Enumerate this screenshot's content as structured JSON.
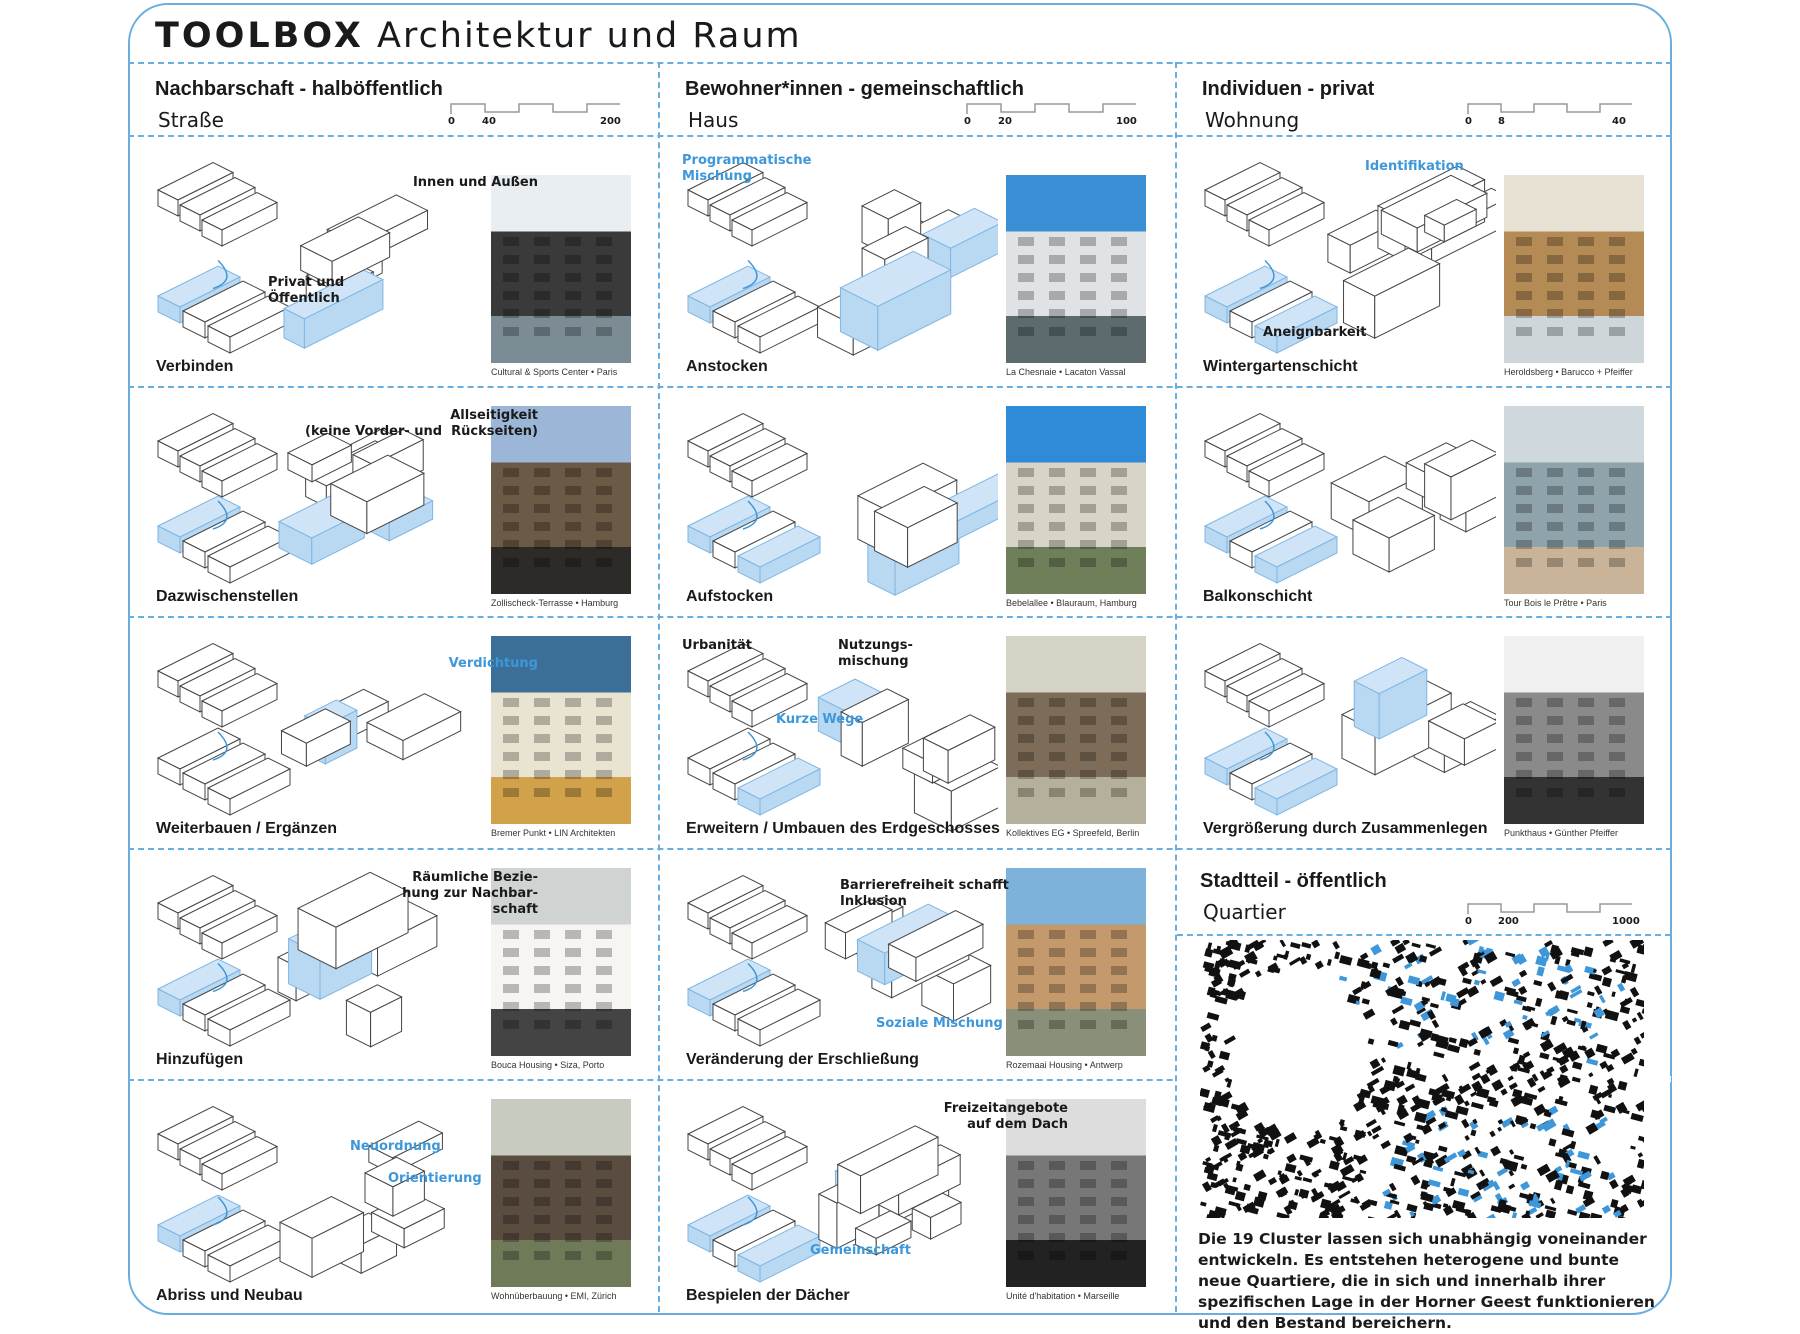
{
  "title": {
    "bold": "TOOLBOX",
    "light": "Architektur und Raum"
  },
  "columns": [
    {
      "heading": "Nachbarschaft - halböffentlich",
      "scale_label": "Straße",
      "scale_ticks": [
        "0",
        "40",
        "200"
      ]
    },
    {
      "heading": "Bewohner*innen - gemeinschaftlich",
      "scale_label": "Haus",
      "scale_ticks": [
        "0",
        "20",
        "100"
      ]
    },
    {
      "heading": "Individuen - privat",
      "scale_label": "Wohnung",
      "scale_ticks": [
        "0",
        "8",
        "40"
      ]
    }
  ],
  "cells": [
    {
      "label": "Verbinden",
      "caption": "Cultural & Sports Center • Paris",
      "annotations": [
        {
          "text": "Innen und Außen",
          "color": "black"
        },
        {
          "text": "Privat und\nÖffentlich",
          "color": "black"
        }
      ]
    },
    {
      "label": "Anstocken",
      "caption": "La Chesnaie • Lacaton Vassal",
      "annotations": [
        {
          "text": "Programmatische\nMischung",
          "color": "blue"
        }
      ]
    },
    {
      "label": "Wintergartenschicht",
      "caption": "Heroldsberg • Barucco + Pfeiffer",
      "annotations": [
        {
          "text": "Identifikation",
          "color": "blue"
        },
        {
          "text": "Aneignbarkeit",
          "color": "black"
        }
      ]
    },
    {
      "label": "Dazwischenstellen",
      "caption": "Zollischeck-Terrasse • Hamburg",
      "annotations": [
        {
          "text": "Allseitigkeit\n(keine Vorder- und  Rückseiten)",
          "color": "black"
        }
      ]
    },
    {
      "label": "Aufstocken",
      "caption": "Bebelallee • Blauraum, Hamburg",
      "annotations": []
    },
    {
      "label": "Balkonschicht",
      "caption": "Tour Bois le Prêtre • Paris",
      "annotations": []
    },
    {
      "label": "Weiterbauen / Ergänzen",
      "caption": "Bremer Punkt • LIN Architekten",
      "annotations": [
        {
          "text": "Verdichtung",
          "color": "blue"
        }
      ]
    },
    {
      "label": "Erweitern / Umbauen des Erdgeschosses",
      "caption": "Kollektives EG • Spreefeld, Berlin",
      "annotations": [
        {
          "text": "Urbanität",
          "color": "black"
        },
        {
          "text": "Nutzungs-\nmischung",
          "color": "black"
        },
        {
          "text": "Kurze Wege",
          "color": "blue"
        }
      ]
    },
    {
      "label": "Vergrößerung durch Zusammenlegen",
      "caption": "Punkthaus • Günther Pfeiffer",
      "annotations": []
    },
    {
      "label": "Hinzufügen",
      "caption": "Bouca Housing • Siza, Porto",
      "annotations": [
        {
          "text": "Räumliche Bezie-\nhung zur Nachbar-\nschaft",
          "color": "black"
        }
      ]
    },
    {
      "label": "Veränderung der Erschließung",
      "caption": "Rozemaai Housing • Antwerp",
      "annotations": [
        {
          "text": "Barrierefreiheit schafft\nInklusion",
          "color": "black"
        },
        {
          "text": "Soziale Mischung",
          "color": "blue"
        }
      ]
    },
    {
      "label": "Abriss und Neubau",
      "caption": "Wohnüberbauung • EMI, Zürich",
      "annotations": [
        {
          "text": "Neuordnung",
          "color": "blue"
        },
        {
          "text": "Orientierung",
          "color": "blue"
        }
      ]
    },
    {
      "label": "Bespielen der Dächer",
      "caption": "Unité d'habitation • Marseille",
      "annotations": [
        {
          "text": "Freizeitangebote\nauf dem Dach",
          "color": "black"
        },
        {
          "text": "Gemeinschaft",
          "color": "blue"
        }
      ]
    }
  ],
  "district": {
    "heading": "Stadtteil - öffentlich",
    "scale_label": "Quartier",
    "scale_ticks": [
      "0",
      "200",
      "1000"
    ],
    "description": "Die 19 Cluster lassen sich unabhängig voneinander entwickeln. Es entstehen heterogene und bunte neue Quartiere, die in sich und innerhalb ihrer spezifischen Lage in der Horner Geest funktionieren und den Bestand bereichern."
  },
  "colors": {
    "accent_blue": "#3d97d9",
    "dash_blue": "#6aaee0",
    "text": "#1a1a1a"
  }
}
